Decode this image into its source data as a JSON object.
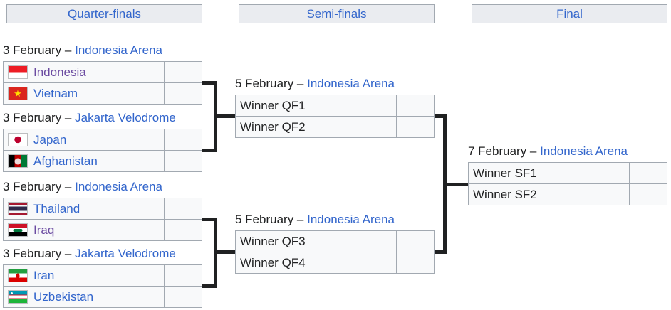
{
  "colors": {
    "link_blue": "#3366cc",
    "link_visited": "#6b4ba1",
    "text": "#202122",
    "cell_bg": "#f8f9fa",
    "header_bg": "#eaecf0",
    "border_gray": "#a2a9b1",
    "connector_black": "#202122"
  },
  "headers": {
    "quarterfinals": "Quarter-finals",
    "semifinals": "Semi-finals",
    "final": "Final"
  },
  "matches": {
    "qf1": {
      "date_prefix": "3 February –",
      "venue": "Indonesia Arena",
      "home": {
        "name": "Indonesia",
        "flag": "indonesia",
        "link_color": "#6b4ba1",
        "score": ""
      },
      "away": {
        "name": "Vietnam",
        "flag": "vietnam",
        "link_color": "#3366cc",
        "score": ""
      }
    },
    "qf2": {
      "date_prefix": "3 February –",
      "venue": "Jakarta Velodrome",
      "home": {
        "name": "Japan",
        "flag": "japan",
        "link_color": "#3366cc",
        "score": ""
      },
      "away": {
        "name": "Afghanistan",
        "flag": "afghanistan",
        "link_color": "#3366cc",
        "score": ""
      }
    },
    "qf3": {
      "date_prefix": "3 February –",
      "venue": "Indonesia Arena",
      "home": {
        "name": "Thailand",
        "flag": "thailand",
        "link_color": "#3366cc",
        "score": ""
      },
      "away": {
        "name": "Iraq",
        "flag": "iraq",
        "link_color": "#6b4ba1",
        "score": ""
      }
    },
    "qf4": {
      "date_prefix": "3 February –",
      "venue": "Jakarta Velodrome",
      "home": {
        "name": "Iran",
        "flag": "iran",
        "link_color": "#3366cc",
        "score": ""
      },
      "away": {
        "name": "Uzbekistan",
        "flag": "uzbekistan",
        "link_color": "#3366cc",
        "score": ""
      }
    },
    "sf1": {
      "date_prefix": "5 February –",
      "venue": "Indonesia Arena",
      "home": {
        "name": "Winner QF1",
        "score": ""
      },
      "away": {
        "name": "Winner QF2",
        "score": ""
      }
    },
    "sf2": {
      "date_prefix": "5 February –",
      "venue": "Indonesia Arena",
      "home": {
        "name": "Winner QF3",
        "score": ""
      },
      "away": {
        "name": "Winner QF4",
        "score": ""
      }
    },
    "final": {
      "date_prefix": "7 February –",
      "venue": "Indonesia Arena",
      "home": {
        "name": "Winner SF1",
        "score": ""
      },
      "away": {
        "name": "Winner SF2",
        "score": ""
      }
    }
  }
}
